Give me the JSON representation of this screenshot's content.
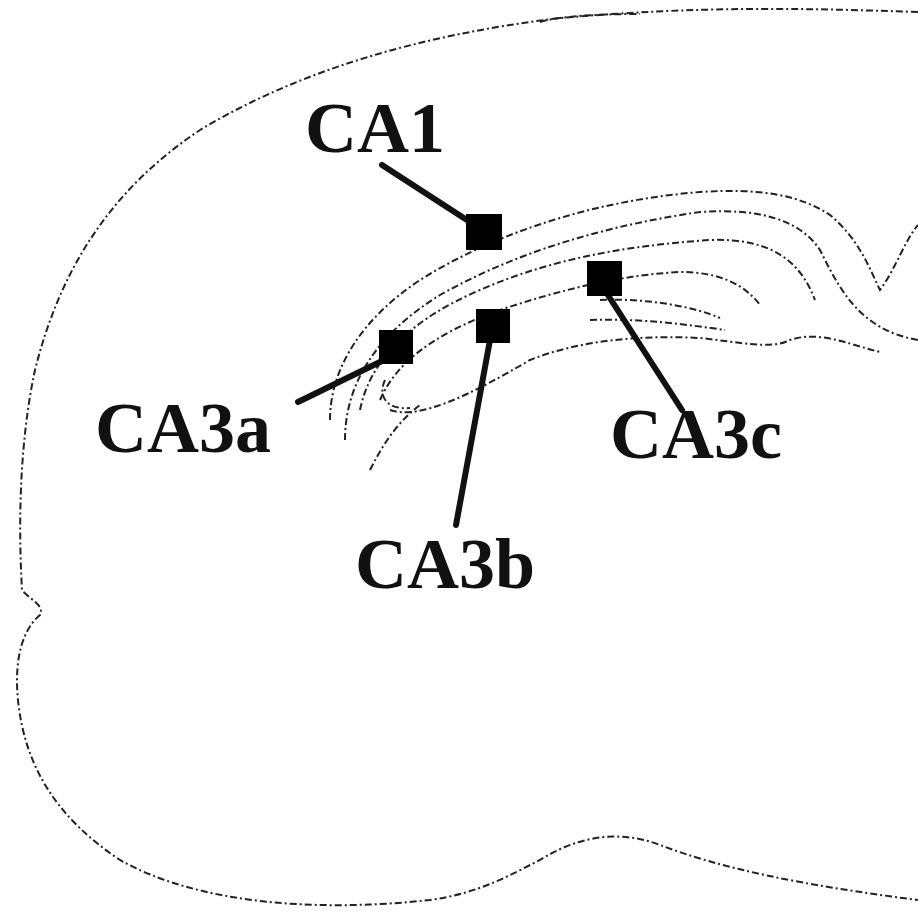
{
  "diagram": {
    "labels": [
      "CA1",
      "CA3a",
      "CA3b",
      "CA3c"
    ]
  }
}
